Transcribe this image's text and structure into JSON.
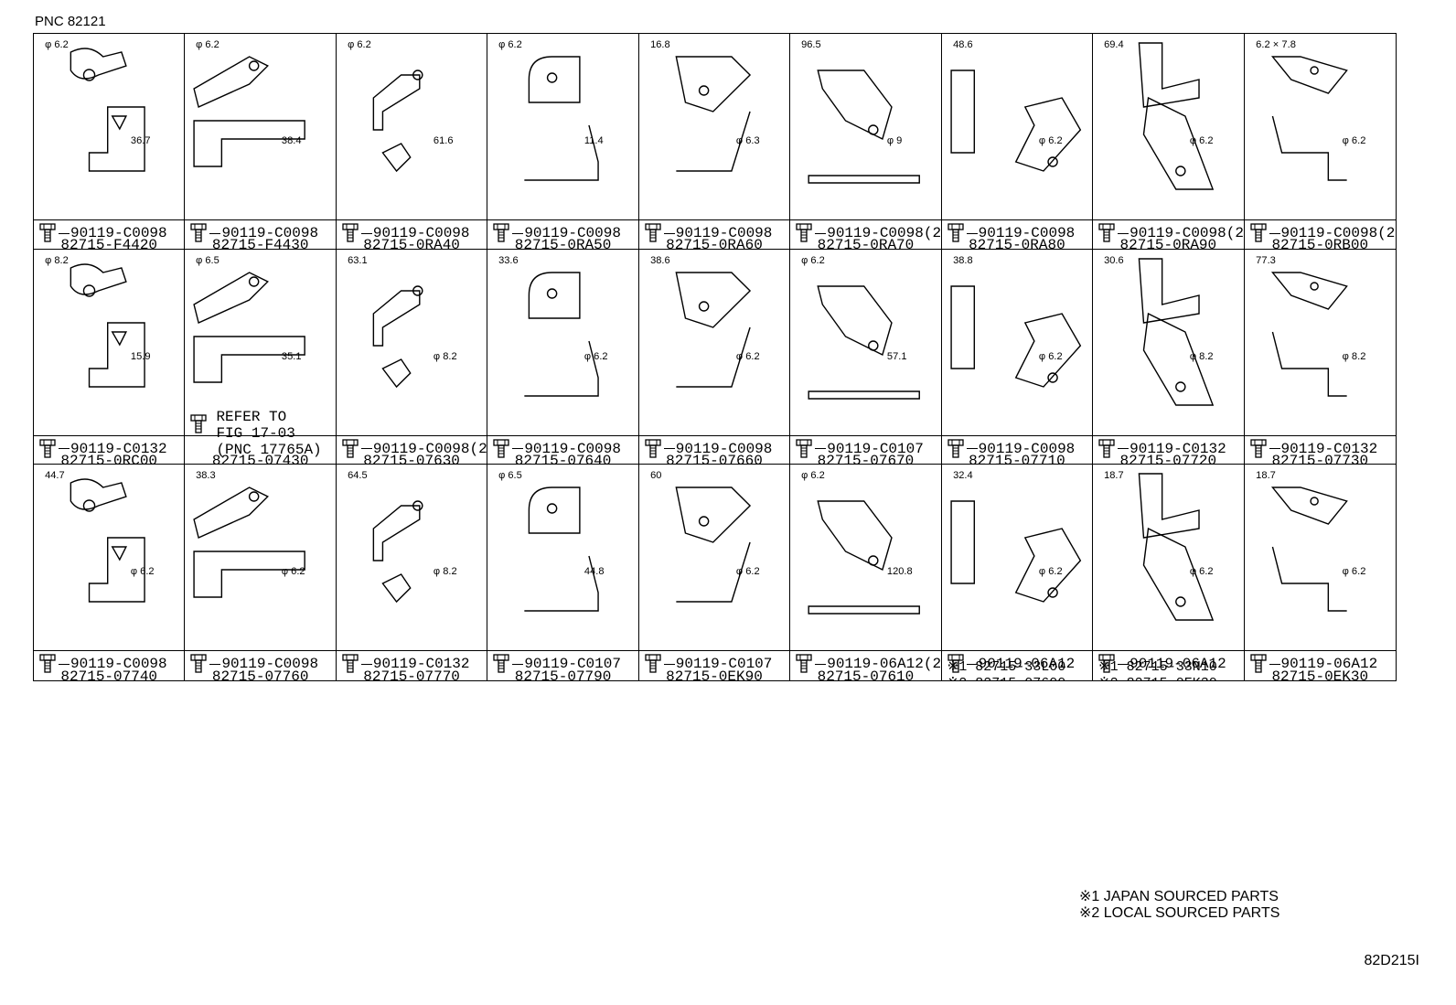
{
  "pnc_label": "PNC 82121",
  "cells": [
    {
      "fastener": "90119-C0098",
      "part": "82715-F4420",
      "dims": [
        "φ 6.2",
        "36.7"
      ]
    },
    {
      "fastener": "90119-C0098",
      "part": "82715-F4430",
      "dims": [
        "φ 6.2",
        "38.4"
      ]
    },
    {
      "fastener": "90119-C0098",
      "part": "82715-0RA40",
      "dims": [
        "φ 6.2",
        "61.6"
      ]
    },
    {
      "fastener": "90119-C0098",
      "part": "82715-0RA50",
      "dims": [
        "φ 6.2",
        "11.4"
      ]
    },
    {
      "fastener": "90119-C0098",
      "part": "82715-0RA60",
      "dims": [
        "16.8",
        "φ 6.3"
      ]
    },
    {
      "fastener": "90119-C0098(2)",
      "part": "82715-0RA70",
      "dims": [
        "96.5",
        "φ 9"
      ]
    },
    {
      "fastener": "90119-C0098",
      "part": "82715-0RA80",
      "dims": [
        "48.6",
        "φ 6.2"
      ]
    },
    {
      "fastener": "90119-C0098(2)",
      "part": "82715-0RA90",
      "dims": [
        "69.4",
        "φ 6.2"
      ]
    },
    {
      "fastener": "90119-C0098(2)",
      "part": "82715-0RB00",
      "dims": [
        "6.2 × 7.8",
        "φ 6.2"
      ]
    },
    {
      "fastener": "90119-C0132",
      "part": "82715-0RC00",
      "dims": [
        "φ 8.2",
        "15.9"
      ]
    },
    {
      "fastener": "",
      "part": "82715-07430",
      "dims": [
        "φ 6.5",
        "35.1"
      ],
      "refer": "REFER TO\nFIG 17-03\n(PNC 17765A)"
    },
    {
      "fastener": "90119-C0098(2)",
      "part": "82715-07630",
      "dims": [
        "63.1",
        "φ 8.2"
      ]
    },
    {
      "fastener": "90119-C0098",
      "part": "82715-07640",
      "dims": [
        "33.6",
        "φ 6.2"
      ]
    },
    {
      "fastener": "90119-C0098",
      "part": "82715-07660",
      "dims": [
        "38.6",
        "φ 6.2"
      ]
    },
    {
      "fastener": "90119-C0107",
      "part": "82715-07670",
      "dims": [
        "φ 6.2",
        "57.1"
      ]
    },
    {
      "fastener": "90119-C0098",
      "part": "82715-07710",
      "dims": [
        "38.8",
        "φ 6.2"
      ]
    },
    {
      "fastener": "90119-C0132",
      "part": "82715-07720",
      "dims": [
        "30.6",
        "φ 8.2"
      ]
    },
    {
      "fastener": "90119-C0132",
      "part": "82715-07730",
      "dims": [
        "77.3",
        "φ 8.2"
      ]
    },
    {
      "fastener": "90119-C0098",
      "part": "82715-07740",
      "dims": [
        "44.7",
        "φ 6.2"
      ]
    },
    {
      "fastener": "90119-C0098",
      "part": "82715-07760",
      "dims": [
        "38.3",
        "φ 6.2"
      ]
    },
    {
      "fastener": "90119-C0132",
      "part": "82715-07770",
      "dims": [
        "64.5",
        "φ 8.2"
      ]
    },
    {
      "fastener": "90119-C0107",
      "part": "82715-07790",
      "dims": [
        "φ 6.5",
        "44.8"
      ]
    },
    {
      "fastener": "90119-C0107",
      "part": "82715-0EK90",
      "dims": [
        "60",
        "φ 6.2"
      ]
    },
    {
      "fastener": "90119-06A12(2)",
      "part": "82715-07610",
      "dims": [
        "φ 6.2",
        "120.8"
      ]
    },
    {
      "fastener": "90119-06A12",
      "part_lines": [
        "※1 82715-33L00",
        "※2 82715-07600"
      ],
      "dims": [
        "32.4",
        "φ 6.2"
      ]
    },
    {
      "fastener": "90119-06A12",
      "part_lines": [
        "※1 82715-33N10",
        "※2 82715-0EK30"
      ],
      "dims": [
        "18.7",
        "φ 6.2"
      ]
    },
    {
      "fastener": "90119-06A12",
      "part": "82715-0EK30",
      "dims": [
        "18.7",
        "φ 6.2"
      ]
    }
  ],
  "notes": [
    "※1 JAPAN SOURCED PARTS",
    "※2 LOCAL SOURCED PARTS"
  ],
  "figure_id": "82D215I"
}
